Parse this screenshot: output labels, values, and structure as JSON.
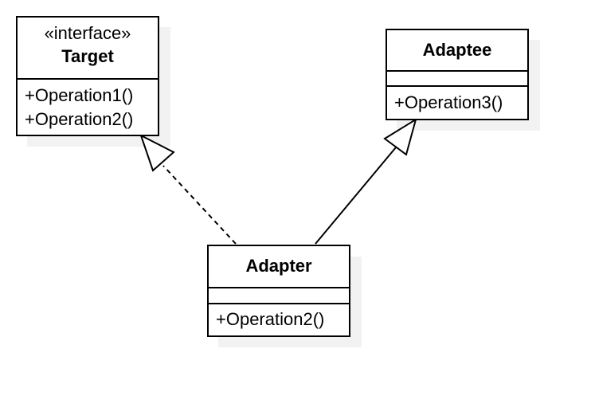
{
  "classes": {
    "target": {
      "stereotype": "«interface»",
      "name": "Target",
      "operations": [
        "+Operation1()",
        "+Operation2()"
      ]
    },
    "adaptee": {
      "name": "Adaptee",
      "operations": [
        "+Operation3()"
      ]
    },
    "adapter": {
      "name": "Adapter",
      "operations": [
        "+Operation2()"
      ]
    }
  },
  "relationships": [
    {
      "type": "realization",
      "from": "Adapter",
      "to": "Target"
    },
    {
      "type": "generalization",
      "from": "Adapter",
      "to": "Adaptee"
    }
  ]
}
